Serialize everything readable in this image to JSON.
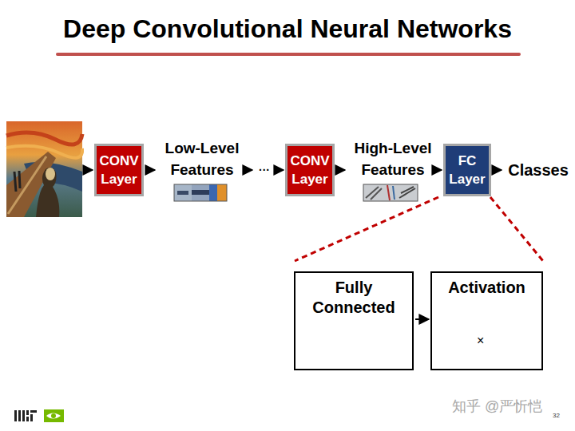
{
  "diagram": {
    "title": "Deep Convolutional Neural Networks",
    "nodes": [
      {
        "text": [
          "CONV Layer"
        ]
      },
      {
        "text": [
          "Low-Level Features"
        ]
      },
      {
        "text": [
          "···"
        ]
      },
      {
        "text": [
          "CONV Layer"
        ]
      },
      {
        "text": [
          "High-Level Features"
        ]
      },
      {
        "text": [
          "FC Layer"
        ]
      },
      {
        "text": [
          "Classes"
        ]
      },
      {
        "text": [
          "Fully Connected"
        ]
      },
      {
        "text": [
          "Activation",
          "×"
        ]
      }
    ],
    "edges": [
      {
        "from": 0,
        "to": 1,
        "arrow": "to"
      },
      {
        "from": 1,
        "to": 2,
        "arrow": "to"
      },
      {
        "from": 2,
        "to": 3,
        "arrow": "to"
      },
      {
        "from": 3,
        "to": 4,
        "arrow": "to"
      },
      {
        "from": 4,
        "to": 5,
        "arrow": "to"
      },
      {
        "from": 5,
        "to": 6,
        "arrow": "to"
      },
      {
        "from": 7,
        "to": 8,
        "arrow": "to"
      }
    ],
    "labels": [
      "知乎 @严忻恺",
      "32"
    ]
  }
}
